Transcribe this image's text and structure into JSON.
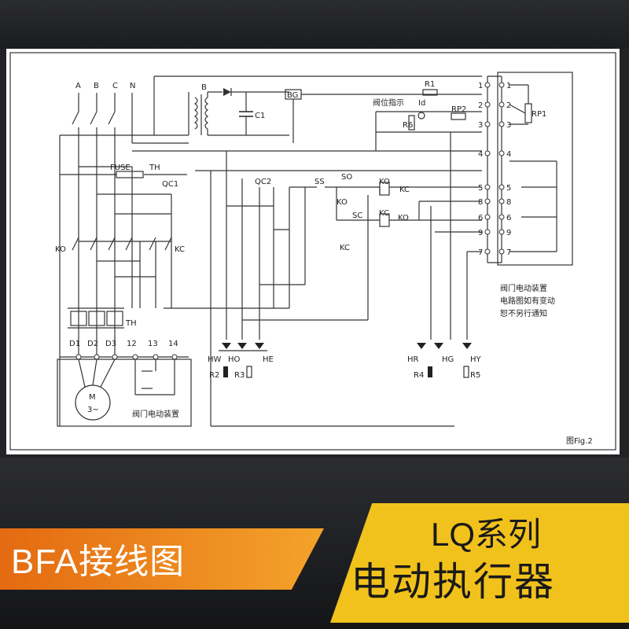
{
  "diagram": {
    "phases": [
      "A",
      "B",
      "C",
      "N"
    ],
    "labels": {
      "transformer": "B",
      "bridge": "BG",
      "capacitor": "C1",
      "r1": "R1",
      "valve_indicator": "阀位指示",
      "id": "Id",
      "rp2": "RP2",
      "r6": "R6",
      "fuse": "FUSE",
      "th": "TH",
      "qc1": "QC1",
      "qc2": "QC2",
      "ss": "SS",
      "so": "SO",
      "sc": "SC",
      "ko": "KO",
      "kc": "KC",
      "rp1": "RP1",
      "motor": "M",
      "motor_sub": "3~",
      "valve_device_small": "阀门电动装置",
      "hw": "HW",
      "ho": "HO",
      "he": "HE",
      "hr": "HR",
      "hg": "HG",
      "hy": "HY",
      "r2": "R2",
      "r3": "R3",
      "r4": "R4",
      "r5": "R5",
      "fig": "图Fig.2"
    },
    "bottom_terminals": [
      "D1",
      "D2",
      "D3",
      "12",
      "13",
      "14"
    ],
    "terminal_rows": [
      "1",
      "2",
      "3",
      "4",
      "5",
      "8",
      "6",
      "9",
      "7"
    ],
    "note_lines": [
      "阀门电动装置",
      "电路图如有变动",
      "恕不另行通知"
    ]
  },
  "banner": {
    "left_title": "BFA接线图",
    "right_line1": "LQ系列",
    "right_line2": "电动执行器",
    "left_color": "#ee7d1a",
    "right_color": "#f2c21c"
  }
}
